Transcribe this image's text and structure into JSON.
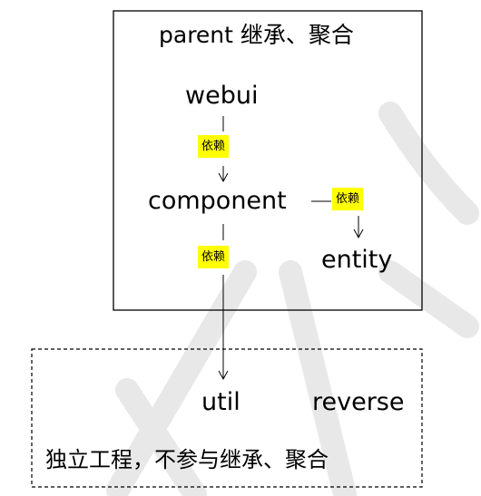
{
  "parent_box": {
    "title": "parent 继承、聚合"
  },
  "modules": {
    "webui": "webui",
    "component": "component",
    "entity": "entity",
    "util": "util",
    "reverse": "reverse"
  },
  "relations": {
    "webui_to_component": "依赖",
    "component_to_entity": "依赖",
    "component_to_util": "依赖"
  },
  "independent_box": {
    "caption": "独立工程，不参与继承、聚合"
  },
  "colors": {
    "relation_highlight": "#ffff00",
    "watermark": "#e6e6e6",
    "lines": "#000000"
  }
}
